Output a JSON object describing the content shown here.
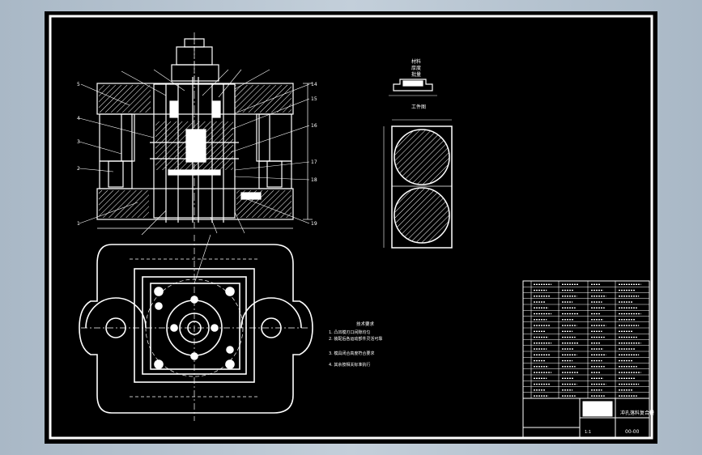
{
  "drawing": {
    "background": "#000000",
    "line_color": "#ffffff",
    "viewport_bg": "#b4c2d0"
  },
  "labels": {
    "top_view_title": "工件图",
    "top_part_notes": [
      "材料",
      "厚度",
      "批量"
    ],
    "tech_requirements_title": "技术要求",
    "tech_requirements": [
      "1. 凸凹模刃口间隙均匀",
      "2. 装配后各运动部件灵活可靠",
      "3. 模具闭合高度符合要求",
      "4. 其余按相关标准执行"
    ],
    "title_block_name": "冲孔落料复合模",
    "title_block_drawing_no": "00-00",
    "title_block_scale": "1:1"
  },
  "balloons_left": [
    "5",
    "4",
    "3",
    "2",
    "1"
  ],
  "balloons_right": [
    "14",
    "15",
    "16",
    "17",
    "18",
    "19"
  ],
  "bom_rows": 20
}
